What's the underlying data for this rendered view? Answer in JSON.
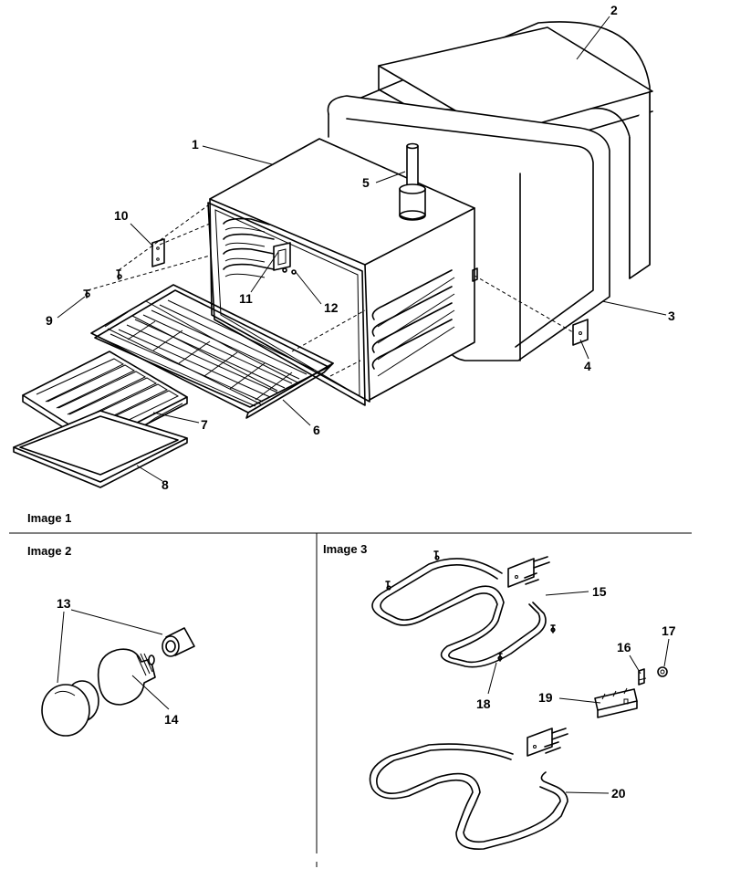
{
  "captions": {
    "image1": "Image 1",
    "image2": "Image 2",
    "image3": "Image 3"
  },
  "callouts": {
    "c1": "1",
    "c2": "2",
    "c3": "3",
    "c4": "4",
    "c5": "5",
    "c6": "6",
    "c7": "7",
    "c8": "8",
    "c9": "9",
    "c10": "10",
    "c11": "11",
    "c12": "12",
    "c13": "13",
    "c14": "14",
    "c15": "15",
    "c16": "16",
    "c17": "17",
    "c18": "18",
    "c19": "19",
    "c20": "20"
  }
}
